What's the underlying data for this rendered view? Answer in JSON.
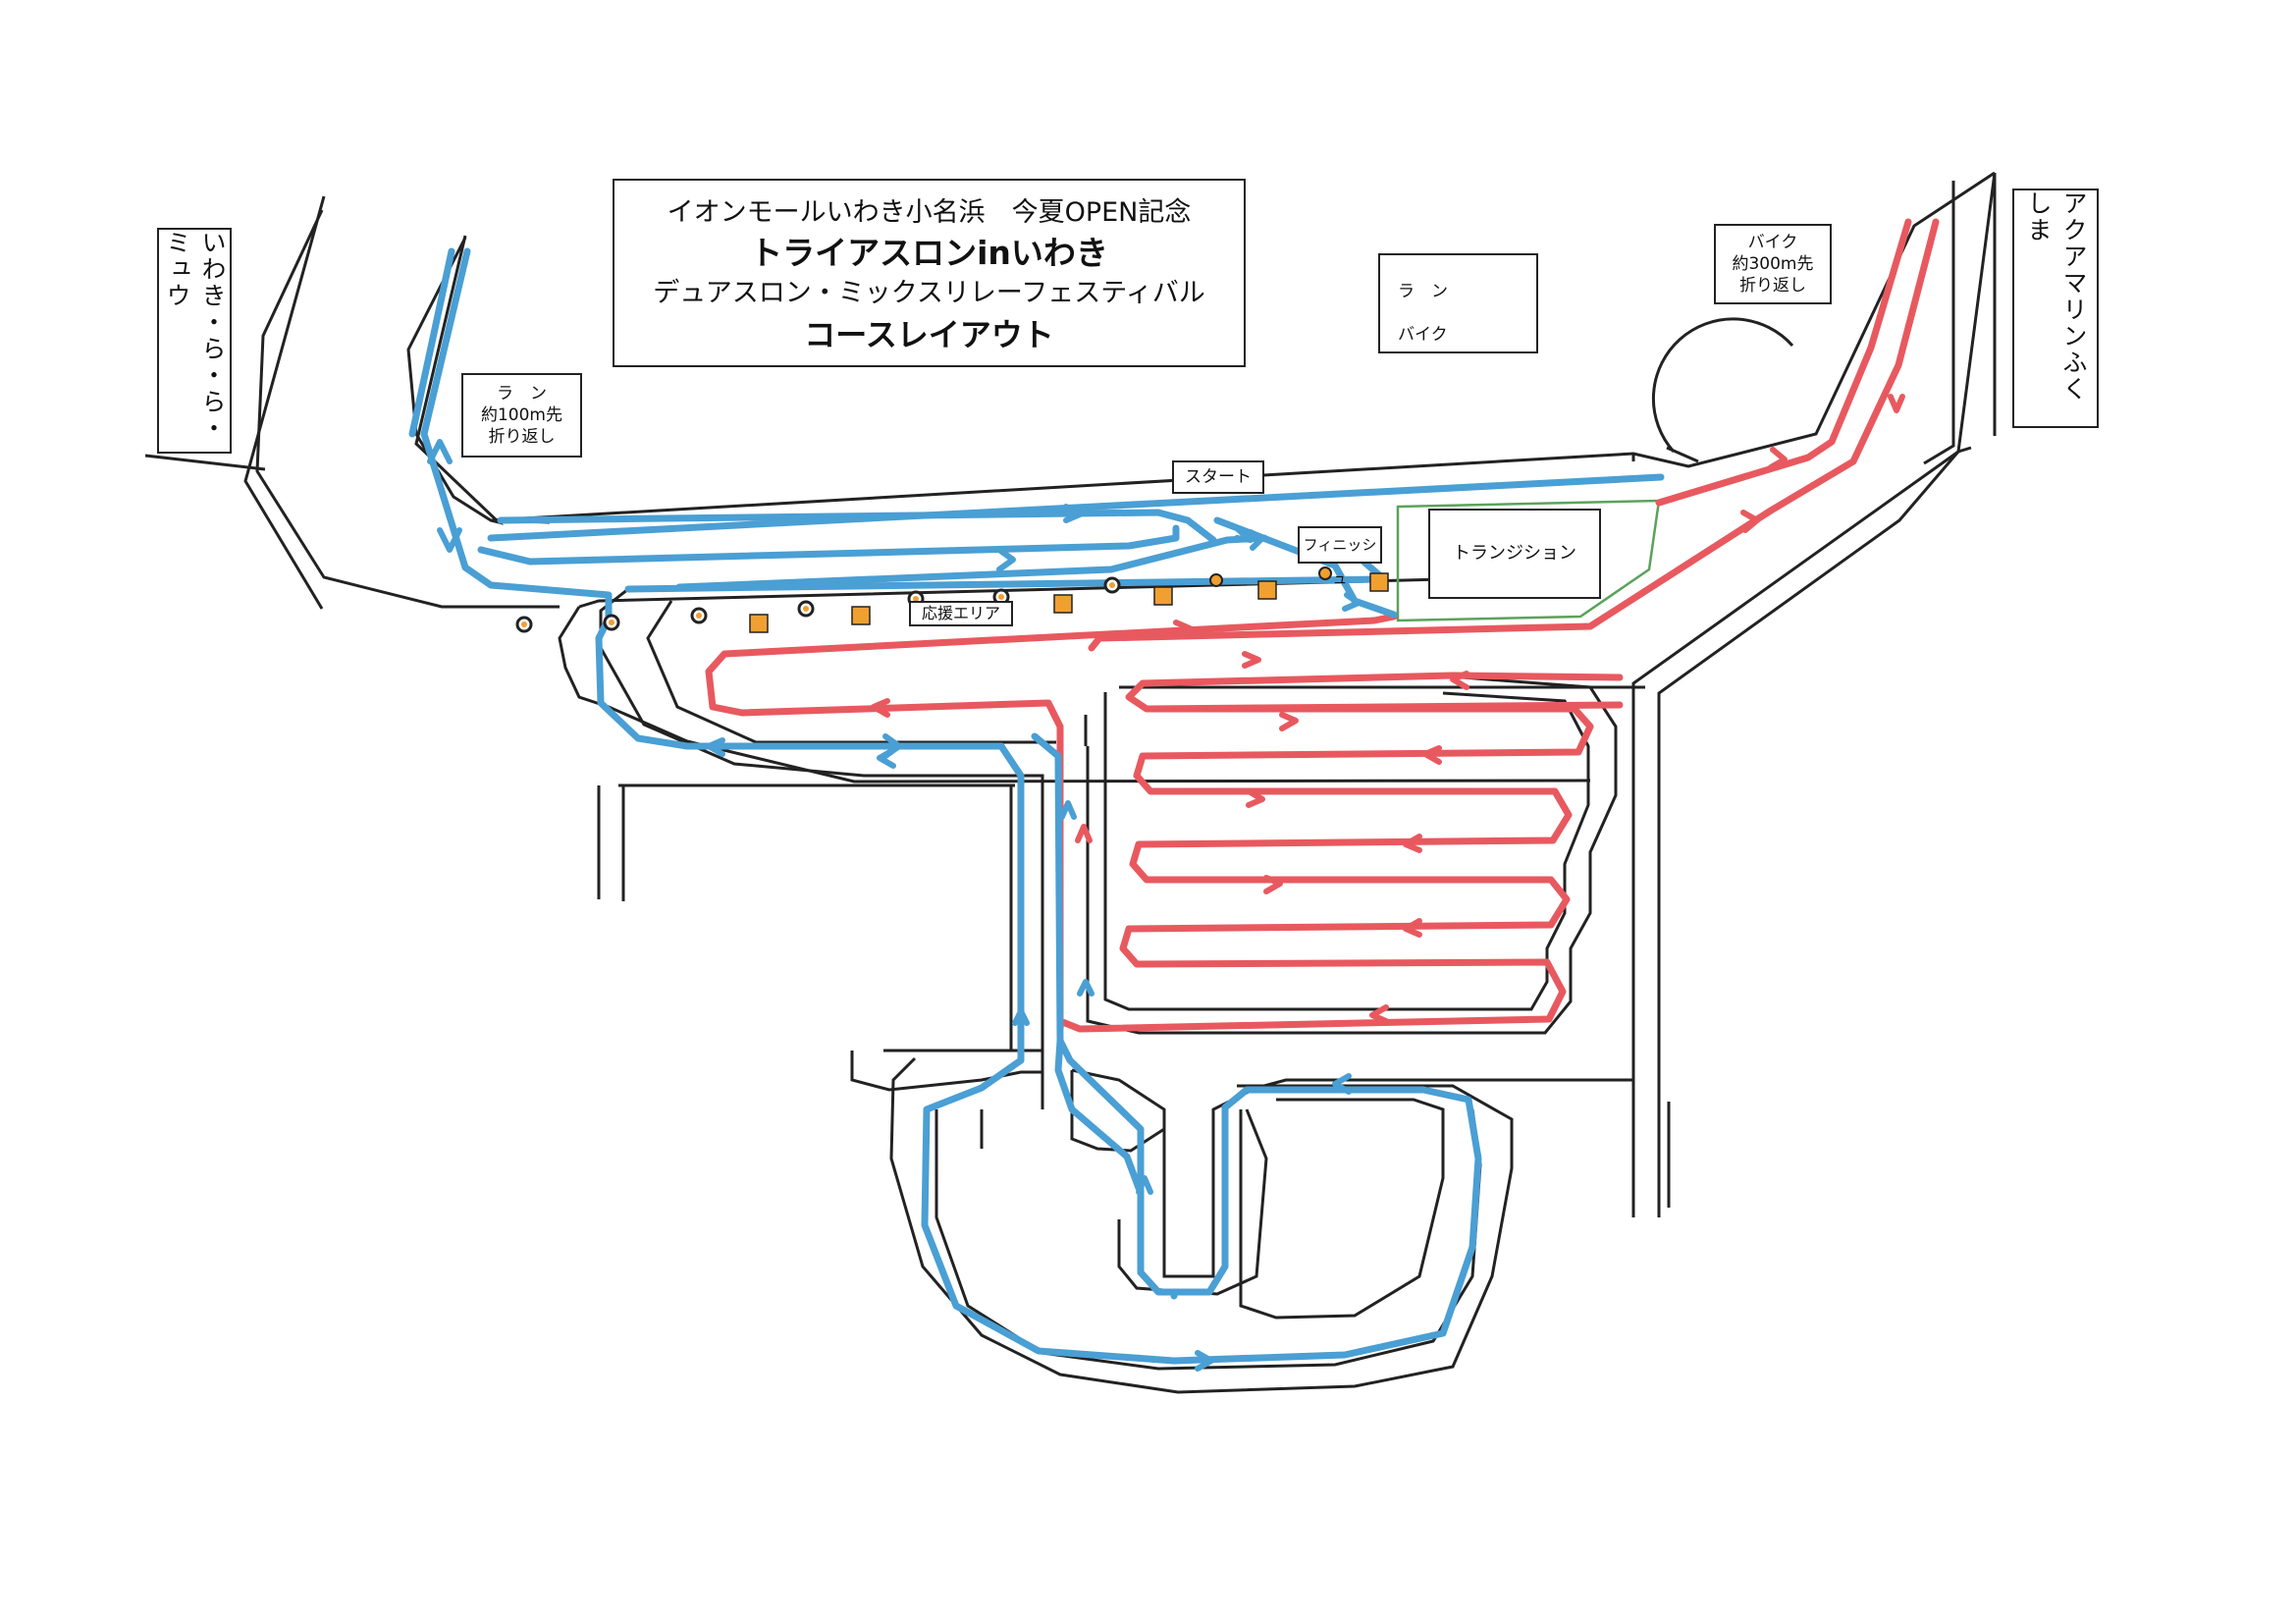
{
  "title": {
    "line1": "イオンモールいわき小名浜　今夏OPEN記念",
    "line2": "トライアスロンinいわき",
    "line3": "デュアスロン・ミックスリレーフェスティバル",
    "line4": "コースレイアウト"
  },
  "legend": {
    "run_label": "ラ　ン",
    "bike_label": "バイク"
  },
  "notes": {
    "run_turn": {
      "line1": "ラ　ン",
      "line2": "約100m先",
      "line3": "折り返し"
    },
    "bike_turn": {
      "line1": "バイク",
      "line2": "約300m先",
      "line3": "折り返し"
    }
  },
  "places": {
    "left_building": "いわき・ら・ら・ミュウ",
    "right_building": "アクアマリンふくしま"
  },
  "labels": {
    "start": "スタート",
    "finish": "フィニッシュ",
    "transition": "トランジション",
    "cheer_area": "応援エリア"
  },
  "colors": {
    "run": "#4a9fd4",
    "bike": "#e8595f",
    "outline": "#222222",
    "transition_border": "#5aa35a",
    "cone": "#f0a030"
  }
}
